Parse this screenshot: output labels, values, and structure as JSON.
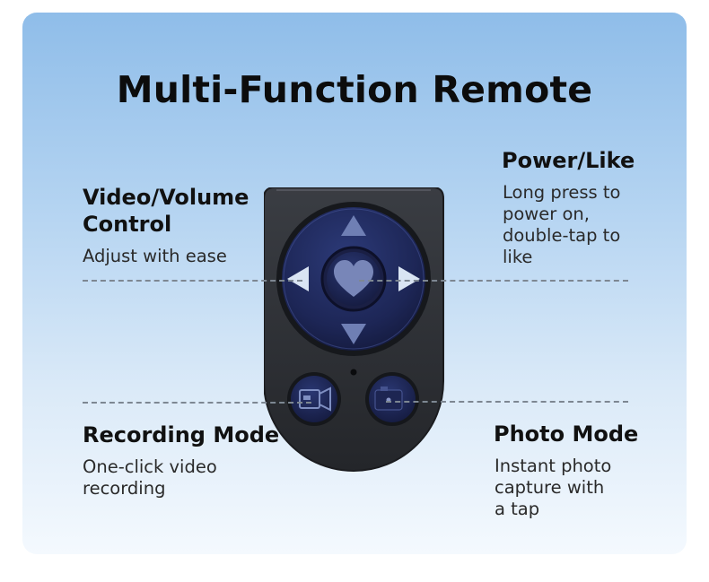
{
  "title": "Multi-Function Remote",
  "features": {
    "video_volume": {
      "title_line1": "Video/Volume",
      "title_line2": "Control",
      "desc_line1": "Adjust with ease"
    },
    "power_like": {
      "title": "Power/Like",
      "desc_line1": "Long press to",
      "desc_line2": "power on,",
      "desc_line3": "double-tap to",
      "desc_line4": "like"
    },
    "recording": {
      "title": "Recording Mode",
      "desc_line1": "One-click video",
      "desc_line2": "recording"
    },
    "photo": {
      "title": "Photo Mode",
      "desc_line1": "Instant photo",
      "desc_line2": "capture with",
      "desc_line3": "a tap"
    }
  },
  "colors": {
    "background_top": "#8fbde9",
    "background_bottom": "#f4f9fe",
    "remote_body": "#2e3035",
    "button_blue": "#1f2a5c"
  },
  "icons": [
    "up-arrow-icon",
    "down-arrow-icon",
    "left-arrow-icon",
    "right-arrow-icon",
    "heart-icon",
    "video-camera-icon",
    "camera-icon"
  ]
}
